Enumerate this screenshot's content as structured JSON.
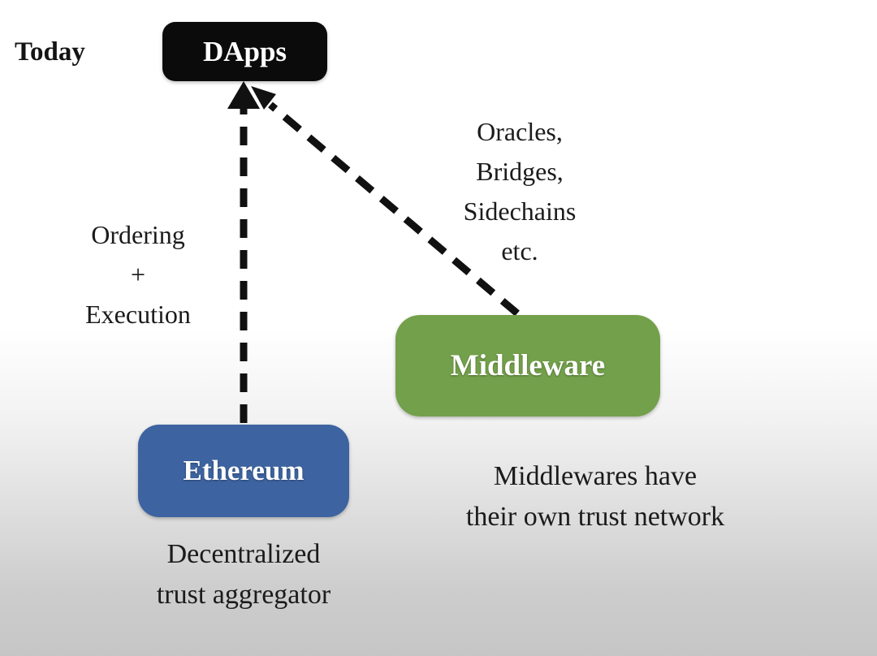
{
  "slide": {
    "period_label": "Today",
    "nodes": {
      "dapps": {
        "label": "DApps",
        "bg": "#0b0b0b",
        "text_color": "#ffffff"
      },
      "ethereum": {
        "label": "Ethereum",
        "bg": "#3d63a0",
        "text_color": "#ffffff"
      },
      "middleware": {
        "label": "Middleware",
        "bg": "#73a04a",
        "text_color": "#ffffff"
      }
    },
    "edges": [
      {
        "from": "ethereum",
        "to": "dapps",
        "style": "dashed-arrow",
        "label_lines": [
          "Ordering",
          "+",
          "Execution"
        ]
      },
      {
        "from": "middleware",
        "to": "dapps",
        "style": "dashed-arrow",
        "label_lines": [
          "Oracles,",
          "Bridges,",
          "Sidechains",
          "etc."
        ]
      }
    ],
    "captions": {
      "ethereum": {
        "lines": [
          "Decentralized",
          "trust aggregator"
        ]
      },
      "middleware": {
        "lines": [
          "Middlewares have",
          "their own trust network"
        ]
      }
    },
    "colors": {
      "arrow": "#111111",
      "text": "#1b1b1b",
      "background_top": "#ffffff",
      "background_bottom": "#c6c6c6"
    }
  }
}
